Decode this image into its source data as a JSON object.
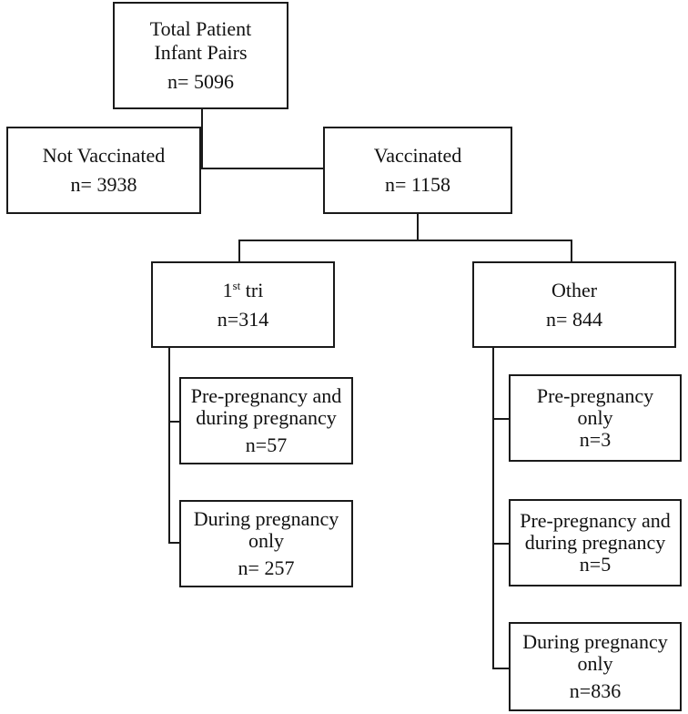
{
  "nodes": {
    "total": {
      "line1": "Total Patient",
      "line2": "Infant Pairs",
      "count": "n= 5096"
    },
    "not_vacc": {
      "line1": "Not Vaccinated",
      "count": "n= 3938"
    },
    "vacc": {
      "line1": "Vaccinated",
      "count": "n= 1158"
    },
    "first_tri": {
      "prefix": "1",
      "sup": "st",
      "suffix": " tri",
      "count": "n=314"
    },
    "other": {
      "line1": "Other",
      "count": "n= 844"
    },
    "ft_pre_during": {
      "line1": "Pre-pregnancy and",
      "line2": "during pregnancy",
      "count": "n=57"
    },
    "ft_during_only": {
      "line1": "During pregnancy",
      "line2": "only",
      "count": "n= 257"
    },
    "ot_pre_only": {
      "line1": "Pre-pregnancy",
      "line2": "only",
      "count": "n=3"
    },
    "ot_pre_during": {
      "line1": "Pre-pregnancy and",
      "line2": "during pregnancy",
      "count": "n=5"
    },
    "ot_during_only": {
      "line1": "During pregnancy",
      "line2": "only",
      "count": "n=836"
    }
  }
}
